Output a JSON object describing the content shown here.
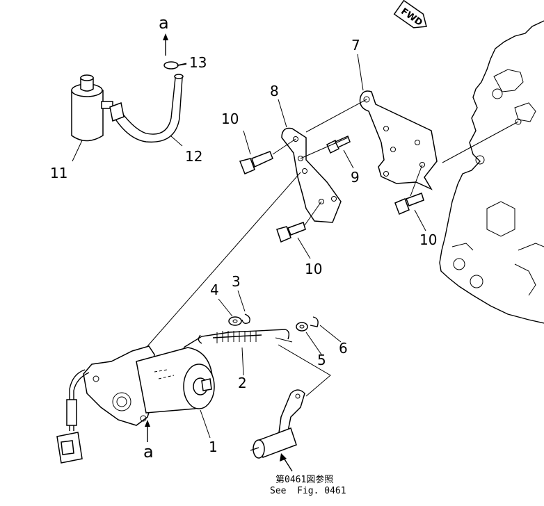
{
  "direction_tag": "FWD",
  "connector_marks": {
    "top": "a",
    "bottom": "a"
  },
  "callouts": {
    "n1": "1",
    "n2": "2",
    "n3": "3",
    "n4": "4",
    "n5": "5",
    "n6": "6",
    "n7": "7",
    "n8": "8",
    "n9": "9",
    "n10a": "10",
    "n10b": "10",
    "n10c": "10",
    "n11": "11",
    "n12": "12",
    "n13": "13"
  },
  "reference_note": {
    "line1": "第0461図参照",
    "line2": "See  Fig. 0461"
  }
}
